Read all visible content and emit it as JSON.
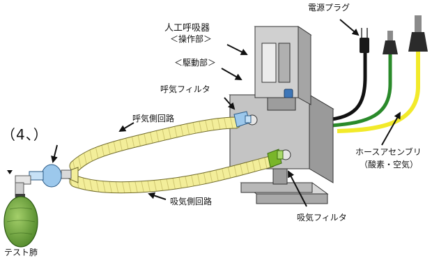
{
  "labels": {
    "ventilator_title": "人工呼吸器",
    "operation_unit": "＜操作部＞",
    "drive_unit": "＜駆動部＞",
    "power_plug": "電源プラグ",
    "exhale_filter": "呼気フィルタ",
    "exhale_circuit": "呼気側回路",
    "inhale_filter": "吸気フィルタ",
    "inhale_circuit": "吸気側回路",
    "hose_assembly": "ホースアセンブリ",
    "hose_assembly_sub": "（酸素・空気）",
    "test_lung": "テスト肺",
    "step_marker": "（4、）"
  },
  "colors": {
    "machine": "#c9c9c9",
    "tube": "#f3ee9a",
    "hose_yellow": "#f2ea2a",
    "hose_green": "#2a8a2a",
    "filter_blue": "#9cc8ec",
    "filter_green": "#79b52a",
    "lung": "#6fa53a"
  }
}
